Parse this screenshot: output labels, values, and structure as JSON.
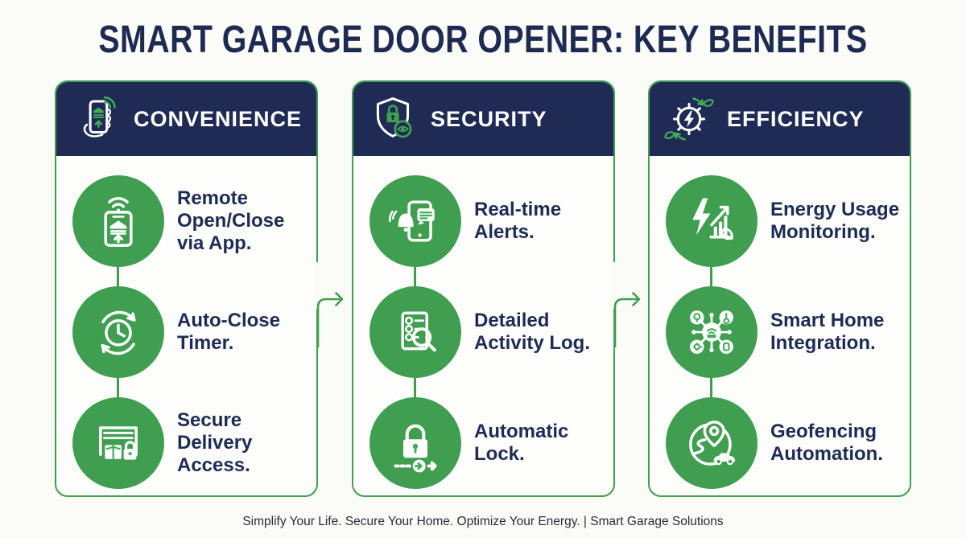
{
  "page": {
    "title": "SMART GARAGE DOOR OPENER: KEY BENEFITS",
    "footer": "Simplify Your Life. Secure Your Home. Optimize Your Energy. | Smart Garage Solutions"
  },
  "colors": {
    "navy": "#1f2b54",
    "green": "#3f9e4f",
    "background": "#fbfbf8",
    "title_navy": "#1d2a52",
    "text_navy": "#1e2c55"
  },
  "columns": [
    {
      "header": "CONVENIENCE",
      "header_icon": "hand-holding-phone-icon",
      "items": [
        {
          "icon": "phone-garage-wifi-icon",
          "text": "Remote\nOpen/Close\nvia App."
        },
        {
          "icon": "auto-close-timer-icon",
          "text": "Auto-Close\nTimer."
        },
        {
          "icon": "garage-package-lock-icon",
          "text": "Secure\nDelivery\nAccess."
        }
      ]
    },
    {
      "header": "SECURITY",
      "header_icon": "shield-lock-eye-icon",
      "items": [
        {
          "icon": "phone-bell-alert-icon",
          "text": "Real-time\nAlerts."
        },
        {
          "icon": "activity-log-magnifier-icon",
          "text": "Detailed\nActivity Log."
        },
        {
          "icon": "padlock-auto-arrow-icon",
          "text": "Automatic\nLock."
        }
      ]
    },
    {
      "header": "EFFICIENCY",
      "header_icon": "gear-bolt-leaves-icon",
      "items": [
        {
          "icon": "energy-chart-leaf-icon",
          "text": "Energy Usage\nMonitoring."
        },
        {
          "icon": "smart-home-hub-icon",
          "text": "Smart Home\nIntegration."
        },
        {
          "icon": "geofencing-car-pin-icon",
          "text": "Geofencing\nAutomation."
        }
      ]
    }
  ]
}
